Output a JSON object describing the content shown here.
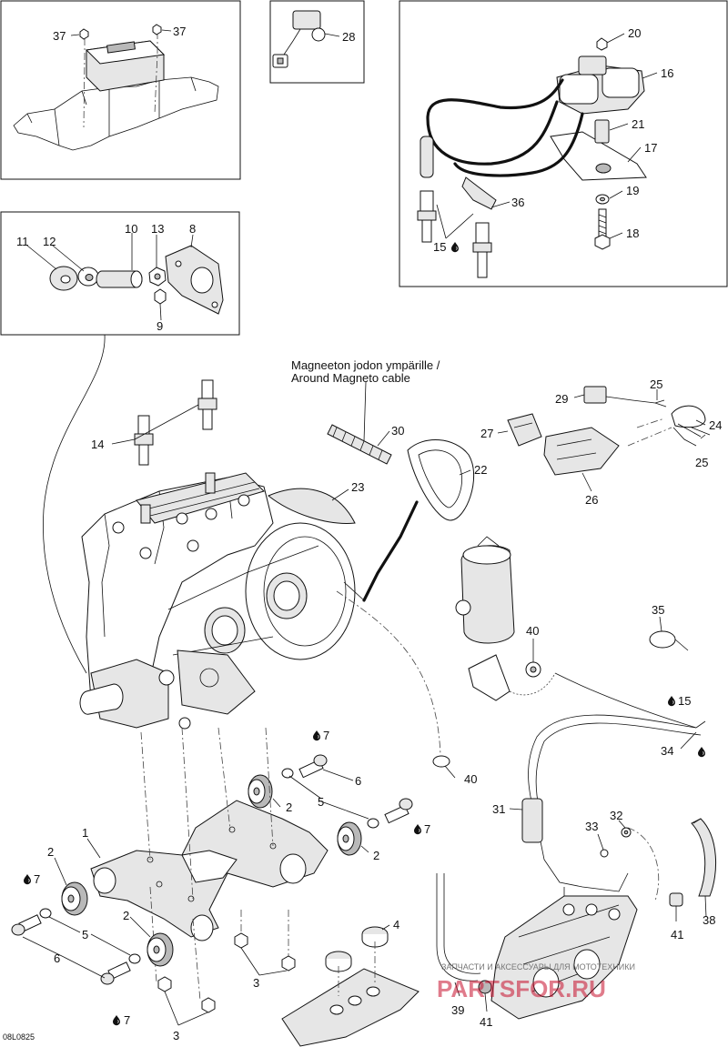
{
  "diagram": {
    "note_line1": "Magneeton jodon ympärille /",
    "note_line2": "Around Magneto cable",
    "drawing_code": "08L0825",
    "watermark_small": "ЗАПЧАСТИ И АКСЕССУАРЫ ДЛЯ МОТОТЕХНИКИ",
    "watermark_brand": "PARTSFOR.RU"
  },
  "callouts": {
    "c1": "1",
    "c2a": "2",
    "c2b": "2",
    "c2c": "2",
    "c2d": "2",
    "c3a": "3",
    "c3b": "3",
    "c4": "4",
    "c5a": "5",
    "c5b": "5",
    "c6a": "6",
    "c6b": "6",
    "c7a": "7",
    "c7b": "7",
    "c7c": "7",
    "c7d": "7",
    "c8": "8",
    "c9": "9",
    "c10": "10",
    "c11": "11",
    "c12": "12",
    "c13": "13",
    "c14": "14",
    "c15a": "15",
    "c15b": "15",
    "c16": "16",
    "c17": "17",
    "c18": "18",
    "c19": "19",
    "c20": "20",
    "c21": "21",
    "c22": "22",
    "c23": "23",
    "c24": "24",
    "c25a": "25",
    "c25b": "25",
    "c26": "26",
    "c27": "27",
    "c28": "28",
    "c29": "29",
    "c30": "30",
    "c31": "31",
    "c32": "32",
    "c33": "33",
    "c34": "34",
    "c35": "35",
    "c36": "36",
    "c37a": "37",
    "c37b": "37",
    "c38": "38",
    "c39": "39",
    "c40a": "40",
    "c40b": "40",
    "c41a": "41",
    "c41b": "41"
  },
  "icons": [
    "drop-icon"
  ]
}
